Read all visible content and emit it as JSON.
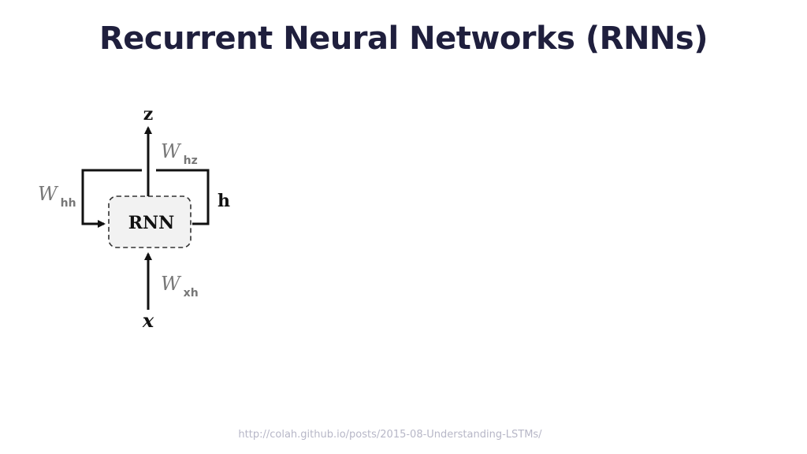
{
  "slide": {
    "title": "Recurrent Neural Networks (RNNs)",
    "footer_url": "http://colah.github.io/posts/2015-08-Understanding-LSTMs/"
  },
  "diagram": {
    "node_label": "RNN",
    "output_label": "z",
    "input_label": "x",
    "hidden_label": "h",
    "weights": {
      "hz": {
        "symbol": "W",
        "subscript": "hz"
      },
      "hh": {
        "symbol": "W",
        "subscript": "hh"
      },
      "xh": {
        "symbol": "W",
        "subscript": "xh"
      }
    },
    "colors": {
      "line": "#111111",
      "weight_text": "#777777",
      "node_fill": "#f2f2f2",
      "node_border": "#333333",
      "title": "#1f1f3d",
      "footer": "#b7b7c7"
    }
  }
}
